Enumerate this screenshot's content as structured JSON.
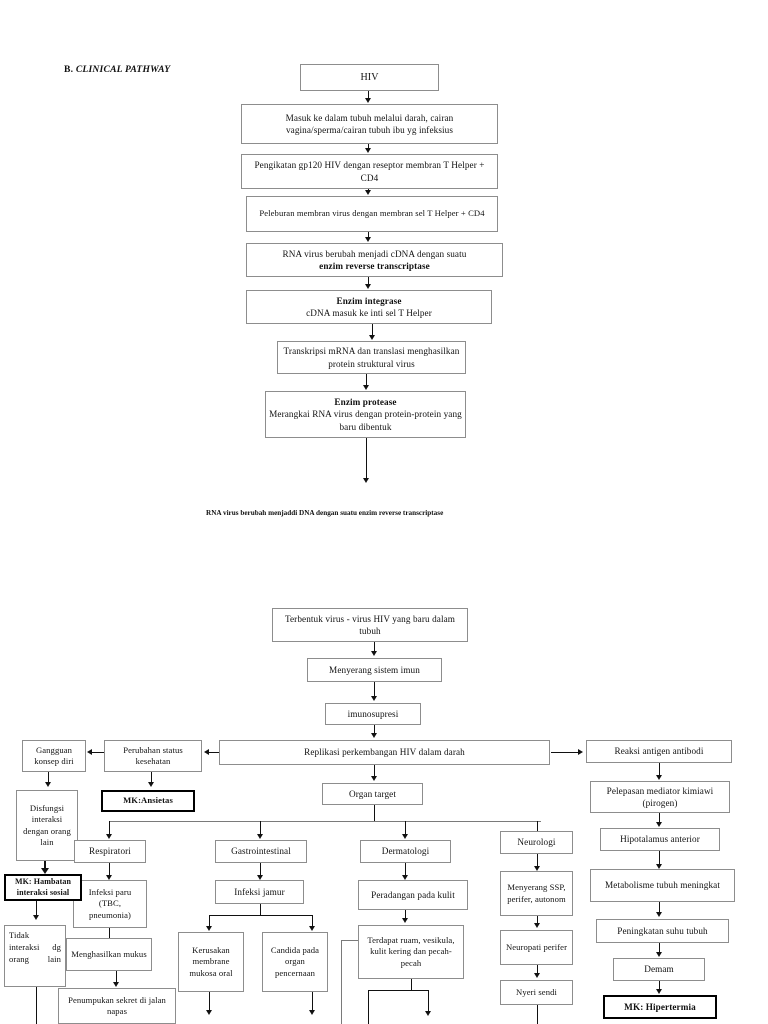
{
  "document": {
    "section_label": "B.",
    "section_title": "CLINICAL PATHWAY",
    "mid_caption": "RNA virus berubah menjaddi DNA dengan suatu enzim reverse transcriptase"
  },
  "pathway_upper": [
    {
      "id": "hiv",
      "text": "HIV"
    },
    {
      "id": "masuk",
      "text": "Masuk ke dalam tubuh melalui darah, cairan vagina/sperma/cairan tubuh ibu yg infeksius"
    },
    {
      "id": "pengikatan",
      "text": "Pengikatan gp120  HIV dengan reseptor membran T Helper + CD4"
    },
    {
      "id": "peleburan",
      "text": "Peleburan membran virus dengan membran sel  T  Helper + CD4"
    },
    {
      "id": "rna_cdna",
      "text": "RNA virus berubah menjadi cDNA dengan suatu",
      "bold_line": "enzim reverse transcriptase",
      "bold_position": "after"
    },
    {
      "id": "integrase",
      "bold_line": "Enzim integrase",
      "text": "cDNA masuk ke inti sel  T Helper",
      "bold_position": "before"
    },
    {
      "id": "transkripsi",
      "text": "Transkripsi mRNA dan translasi menghasilkan protein struktural virus"
    },
    {
      "id": "protease",
      "bold_line": "Enzim protease",
      "text": "Merangkai RNA virus dengan protein-protein yang baru dibentuk",
      "bold_position": "before"
    }
  ],
  "pathway_lower": {
    "spine": [
      {
        "id": "terbentuk",
        "text": "Terbentuk virus - virus HIV yang baru dalam tubuh"
      },
      {
        "id": "menyerang",
        "text": "Menyerang sistem imun"
      },
      {
        "id": "imunosupresi",
        "text": "imunosupresi"
      },
      {
        "id": "replikasi",
        "text": "Replikasi perkembangan HIV dalam darah"
      },
      {
        "id": "organ_target",
        "text": "Organ target"
      }
    ],
    "psych_branch": [
      {
        "id": "perubahan_status",
        "text": "Perubahan status kesehatan"
      },
      {
        "id": "gangguan_konsep",
        "text": "Gangguan konsep diri"
      },
      {
        "id": "mk_ansietas",
        "text": "MK:Ansietas",
        "diagnosis": true
      },
      {
        "id": "disfungsi",
        "text": "Disfungsi interaksi dengan orang lain"
      },
      {
        "id": "mk_hambatan",
        "text": "MK: Hambatan interaksi sosial",
        "diagnosis": true
      },
      {
        "id": "tidak_interaksi",
        "text": "Tidak interaksi dg orang lain"
      }
    ],
    "columns": [
      {
        "id": "respiratori",
        "header": "Respiratori",
        "items": [
          {
            "id": "infeksi_paru",
            "text": "Infeksi paru (TBC, pneumonia)"
          },
          {
            "id": "menghasilkan",
            "text": "Menghasilkan mukus"
          },
          {
            "id": "penumpukan",
            "text": "Penumpukan sekret di jalan napas"
          }
        ]
      },
      {
        "id": "gastrointestinal",
        "header": "Gastrointestinal",
        "items": [
          {
            "id": "infeksi_jamur",
            "text": "Infeksi jamur"
          },
          {
            "id": "kerusakan_mukosa",
            "text": "Kerusakan membrane mukosa oral"
          },
          {
            "id": "candida",
            "text": "Candida pada organ pencernaan"
          }
        ]
      },
      {
        "id": "dermatologi",
        "header": "Dermatologi",
        "items": [
          {
            "id": "peradangan",
            "text": "Peradangan pada kulit"
          },
          {
            "id": "ruam",
            "text": "Terdapat ruam, vesikula, kulit kering dan pecah-pecah"
          }
        ]
      },
      {
        "id": "neurologi",
        "header": "Neurologi",
        "items": [
          {
            "id": "menyerang_ssp",
            "text": "Menyerang SSP, perifer, autonom"
          },
          {
            "id": "neuropati",
            "text": "Neuropati perifer"
          },
          {
            "id": "nyeri_sendi",
            "text": "Nyeri sendi"
          }
        ]
      }
    ],
    "immune_branch": [
      {
        "id": "reaksi_antigen",
        "text": "Reaksi antigen antibodi"
      },
      {
        "id": "pelepasan",
        "text": "Pelepasan mediator kimiawi (pirogen)"
      },
      {
        "id": "hipotalamus",
        "text": "Hipotalamus anterior"
      },
      {
        "id": "metabolisme",
        "text": "Metabolisme tubuh meningkat"
      },
      {
        "id": "peningkatan",
        "text": "Peningkatan suhu tubuh"
      },
      {
        "id": "demam",
        "text": "Demam"
      },
      {
        "id": "mk_hipertermia",
        "text": "MK: Hipertermia",
        "diagnosis": true
      }
    ]
  },
  "colors": {
    "box_border": "#8d8d8d",
    "diagnosis_border": "#000000",
    "connector": "#111111",
    "page_background": "#ffffff",
    "text": "#111111"
  }
}
